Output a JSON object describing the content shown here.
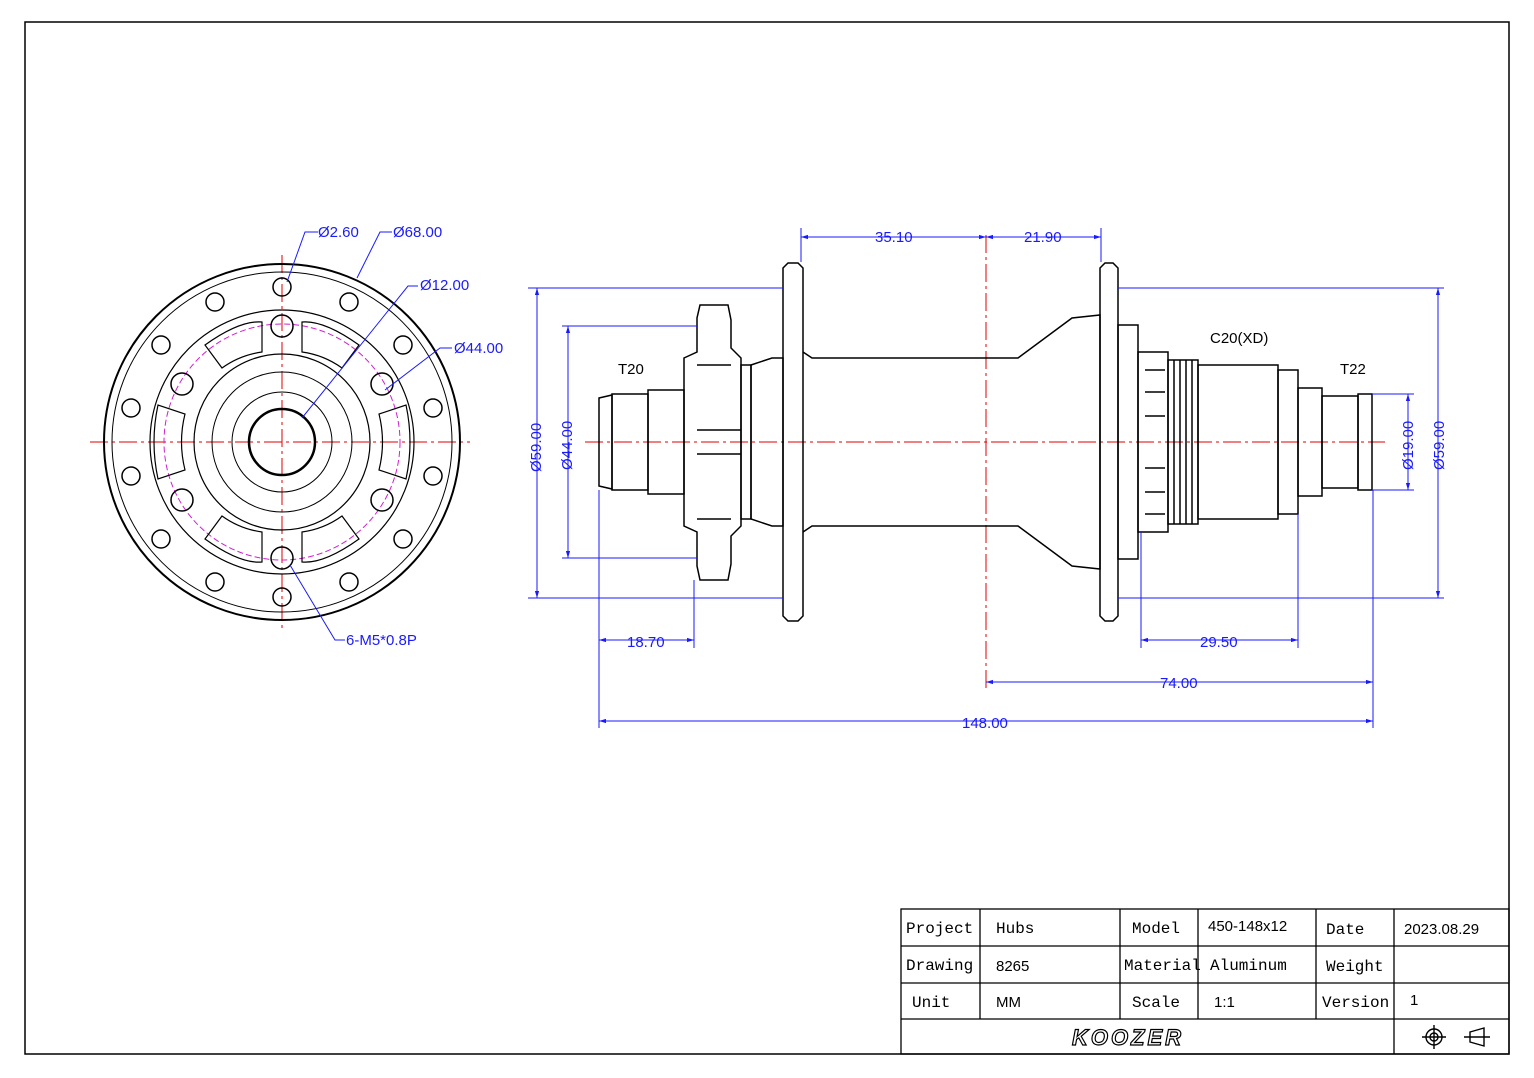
{
  "front_view": {
    "dims": {
      "d_hole": "Ø2.60",
      "d_flange": "Ø68.00",
      "d_bore": "Ø12.00",
      "d_bcd": "Ø44.00",
      "thread": "6-M5*0.8P"
    }
  },
  "side_view": {
    "labels": {
      "left_endcap": "T20",
      "right_endcap": "T22",
      "freehub": "C20(XD)"
    },
    "dims": {
      "flange_to_center_left": "35.10",
      "flange_to_center_right": "21.90",
      "left_flange_dia": "Ø59.00",
      "disc_mount_dia": "Ø44.00",
      "right_flange_dia": "Ø59.00",
      "endcap_dia": "Ø19.00",
      "disc_offset": "18.70",
      "freehub_length": "29.50",
      "half_width": "74.00",
      "overall_width": "148.00"
    }
  },
  "title_block": {
    "project_label": "Project",
    "project_value": "Hubs",
    "model_label": "Model",
    "model_value": "450-148x12",
    "date_label": "Date",
    "date_value": "2023.08.29",
    "drawing_label": "Drawing",
    "drawing_value": "8265",
    "material_label": "Material",
    "material_value": "Aluminum",
    "weight_label": "Weight",
    "weight_value": "",
    "unit_label": "Unit",
    "unit_value": "MM",
    "scale_label": "Scale",
    "scale_value": "1:1",
    "version_label": "Version",
    "version_value": "1",
    "logo_text": "KOOZER"
  },
  "colors": {
    "line": "#000000",
    "dimension": "#1a1aff",
    "centerline": "#e00000",
    "bolt_circle": "#d020d0"
  }
}
